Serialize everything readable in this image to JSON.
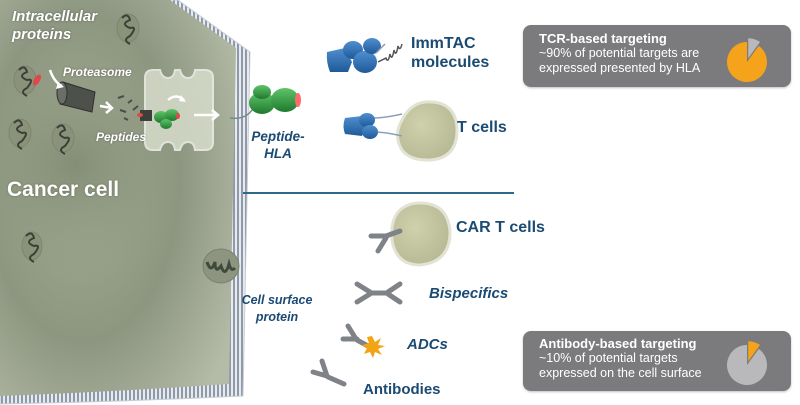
{
  "cell": {
    "label": "Cancer cell",
    "intracellular_label": "Intracellular proteins",
    "intracellular_line1": "Intracellular",
    "intracellular_line2": "proteins",
    "proteasome_label": "Proteasome",
    "peptides_label": "Peptides",
    "peptide_hla_line1": "Peptide-",
    "peptide_hla_line2": "HLA",
    "surface_protein_line1": "Cell surface",
    "surface_protein_line2": "protein"
  },
  "tcr_section": {
    "items": [
      {
        "label_line1": "ImmTAC",
        "label_line2": "molecules"
      },
      {
        "label_line1": "T cells"
      }
    ]
  },
  "antibody_section": {
    "items": [
      {
        "label": "CAR T cells",
        "italic": false
      },
      {
        "label": "Bispecifics",
        "italic": true
      },
      {
        "label": "ADCs",
        "italic": true
      },
      {
        "label": "Antibodies",
        "italic": false
      }
    ]
  },
  "info_boxes": {
    "tcr": {
      "title": "TCR-based targeting",
      "line1": "~90% of potential targets are",
      "line2": "expressed presented by HLA",
      "pie_fraction_highlight": 0.9,
      "highlight_color": "#f5a31a",
      "rest_color": "#b9b9bb"
    },
    "antibody": {
      "title": "Antibody-based targeting",
      "line1": "~10% of potential targets",
      "line2": "expressed on the cell surface",
      "pie_fraction_highlight": 0.1,
      "highlight_color": "#f5a31a",
      "rest_color": "#b9b9bb"
    }
  },
  "colors": {
    "navy_text": "#1b4a73",
    "divider": "#2d6a8a",
    "cell_fill": "#8f9880",
    "membrane": "#9aa3b0",
    "molecule_blue": "#2e6fb0",
    "hla_green": "#2f9a3e",
    "antibody_gray": "#8a8d92",
    "t_cell_fill": "#c4c6a2"
  }
}
